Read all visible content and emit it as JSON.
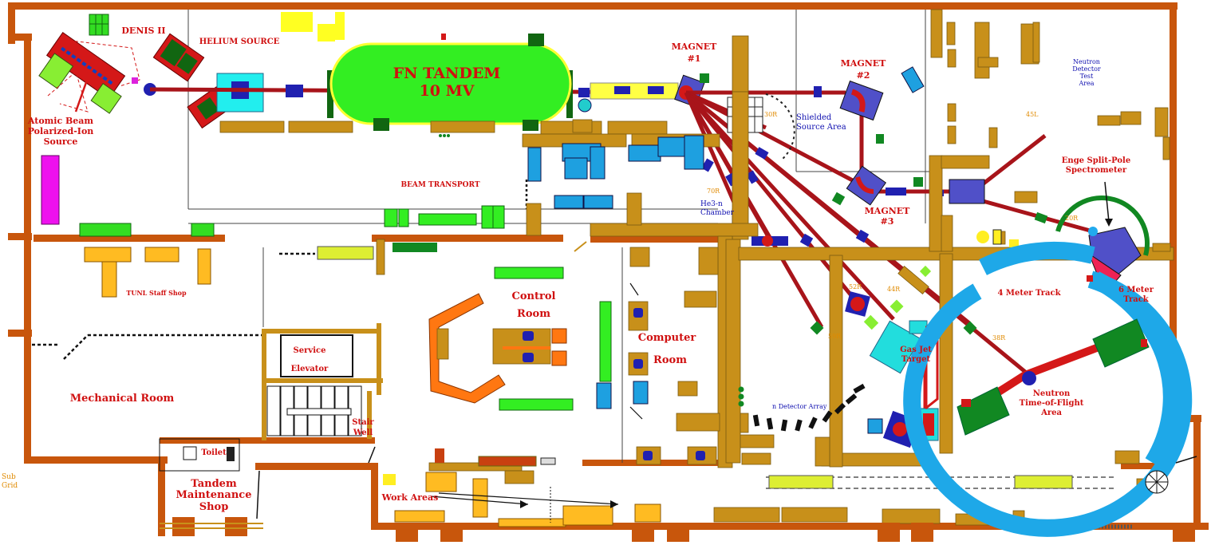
{
  "labels": {
    "denis": "DENIS II",
    "helium_source": "HELIUM SOURCE",
    "atomic_beam": "Atomic Beam",
    "polarized_ion": "Polarized-Ion",
    "source": "Source",
    "tandem_line1": "FN TANDEM",
    "tandem_line2": "10 MV",
    "magnet1_a": "MAGNET",
    "magnet1_b": "#1",
    "magnet2_a": "MAGNET",
    "magnet2_b": "#2",
    "magnet3_a": "MAGNET",
    "magnet3_b": "#3",
    "shielded_a": "Shielded",
    "shielded_b": "Source Area",
    "neutron_detector_a": "Neutron",
    "neutron_detector_b": "Detector",
    "neutron_detector_c": "Test",
    "neutron_detector_d": "Area",
    "enge_a": "Enge Split-Pole",
    "enge_b": "Spectrometer",
    "beam_transport": "BEAM TRANSPORT",
    "he3_a": "He3-n",
    "he3_b": "Chamber",
    "tunl_staff_shop": "TUNL Staff  Shop",
    "control_a": "Control",
    "control_b": "Room",
    "computer_a": "Computer",
    "computer_b": "Room",
    "service": "Service",
    "elevator": "Elevator",
    "stair": "Stair",
    "well": "Well",
    "mechanical_room": "Mechanical Room",
    "toilet": "Toilet",
    "tandem_maint_a": "Tandem",
    "tandem_maint_b": "Maintenance",
    "tandem_maint_c": "Shop",
    "work_areas": "Work Areas",
    "sub": "Sub",
    "grid": "Grid",
    "gas_jet_a": "Gas Jet",
    "gas_jet_b": "Target",
    "n_detector_array": "n Detector Array",
    "four_meter": "4 Meter Track",
    "six_meter_a": "6 Meter",
    "six_meter_b": "Track",
    "neutron_tof_a": "Neutron",
    "neutron_tof_b": "Time-of-Flight",
    "neutron_tof_c": "Area"
  },
  "angles": {
    "a30r": "30R",
    "a70r": "70R",
    "a52r": "52R",
    "a44r": "44R",
    "a59r": "59R",
    "a38r": "38R",
    "a45l": "45L",
    "a20r": "20R"
  },
  "colors": {
    "wall": "#c8560c",
    "beamline": "#a8141a",
    "tandem": "#33ee22",
    "gold_furniture": "#c8901a",
    "blue_equipment": "#1ea0e0",
    "tof_ring": "#1ea8e8",
    "magnet": "#5050c8"
  }
}
